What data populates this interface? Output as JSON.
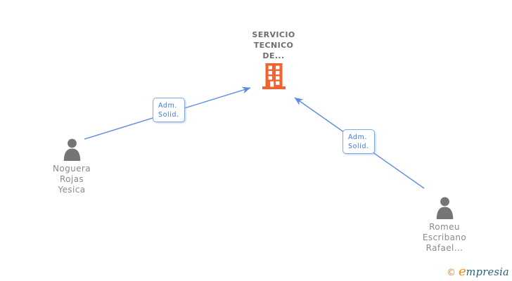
{
  "diagram": {
    "company": {
      "label_lines": [
        "SERVICIO",
        "TECNICO",
        "DE..."
      ],
      "icon": "building-icon"
    },
    "persons": [
      {
        "label_lines": [
          "Noguera",
          "Rojas",
          "Yesica"
        ],
        "icon": "person-icon"
      },
      {
        "label_lines": [
          "Romeu",
          "Escribano",
          "Rafael..."
        ],
        "icon": "person-icon"
      }
    ],
    "edges": [
      {
        "from": "Noguera Rojas Yesica",
        "to": "SERVICIO TECNICO DE...",
        "label_lines": [
          "Adm.",
          "Solid."
        ]
      },
      {
        "from": "Romeu Escribano Rafael...",
        "to": "SERVICIO TECNICO DE...",
        "label_lines": [
          "Adm.",
          "Solid."
        ]
      }
    ]
  },
  "footer": {
    "copyright_symbol": "©",
    "brand_initial": "e",
    "brand_rest": "mpresia"
  },
  "colors": {
    "edge_blue": "#5b8ce0",
    "edge_label_text": "#3d78d8",
    "edge_label_border": "#7ea8e8",
    "building_orange": "#f4632e",
    "person_gray": "#757575",
    "person_name_gray": "#8a8a8a",
    "company_name_gray": "#6e6e6e",
    "brand_orange": "#ef8a15",
    "brand_navy": "#27607a"
  }
}
